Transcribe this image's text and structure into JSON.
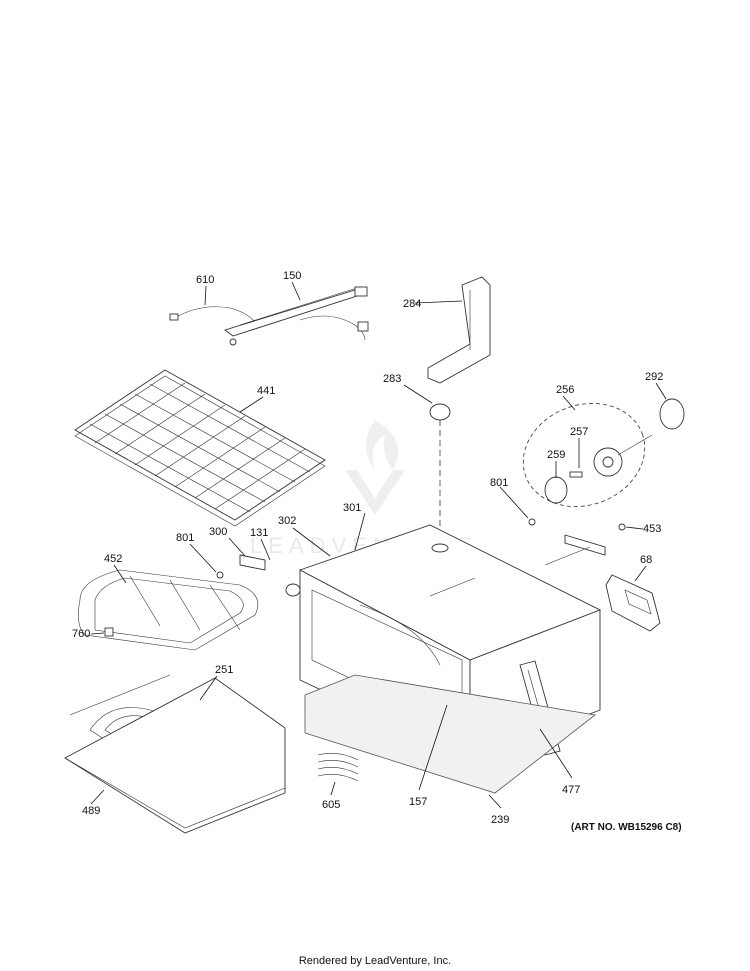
{
  "labels": {
    "p610": "610",
    "p150": "150",
    "p284": "284",
    "p283": "283",
    "p256": "256",
    "p292": "292",
    "p441": "441",
    "p257": "257",
    "p259": "259",
    "p801a": "801",
    "p453": "453",
    "p301": "301",
    "p302": "302",
    "p300": "300",
    "p131": "131",
    "p801b": "801",
    "p452": "452",
    "p68": "68",
    "p760": "760",
    "p251": "251",
    "p477": "477",
    "p157": "157",
    "p605": "605",
    "p239": "239",
    "p489": "489"
  },
  "art_no": "(ART NO. WB15296 C8)",
  "footer": "Rendered by LeadVenture, Inc.",
  "watermark": "LEADVENTURE",
  "colors": {
    "line": "#333333",
    "label": "#111111",
    "watermark": "#d8d8d8"
  }
}
